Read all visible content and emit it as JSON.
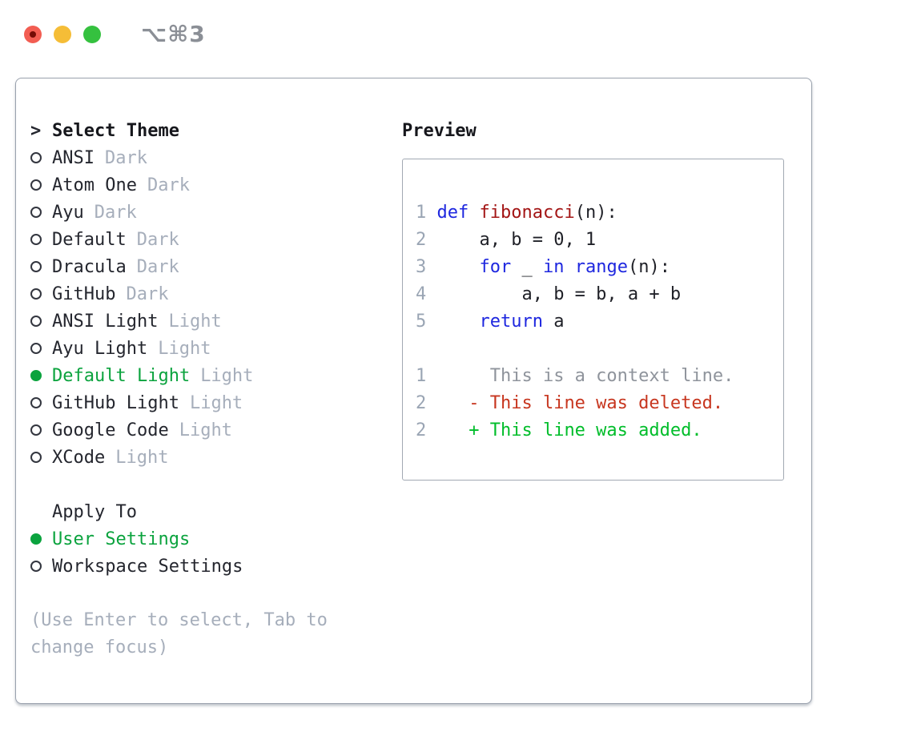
{
  "titlebar": {
    "shortcut": "⌥⌘3"
  },
  "colors": {
    "accent_green": "#0ba33e",
    "keyword_blue": "#1e27df",
    "function_red": "#a31515",
    "diff_red": "#c7361f",
    "diff_green": "#00bd2a",
    "muted_gray": "#a6aebb",
    "window_border": "#99a1ad"
  },
  "panel": {
    "focus_prefix": ">",
    "list_header": "Select Theme",
    "themes": [
      {
        "name": "ANSI",
        "tag": "Dark",
        "selected": false
      },
      {
        "name": "Atom One",
        "tag": "Dark",
        "selected": false
      },
      {
        "name": "Ayu",
        "tag": "Dark",
        "selected": false
      },
      {
        "name": "Default",
        "tag": "Dark",
        "selected": false
      },
      {
        "name": "Dracula",
        "tag": "Dark",
        "selected": false
      },
      {
        "name": "GitHub",
        "tag": "Dark",
        "selected": false
      },
      {
        "name": "ANSI Light",
        "tag": "Light",
        "selected": false
      },
      {
        "name": "Ayu Light",
        "tag": "Light",
        "selected": false
      },
      {
        "name": "Default Light",
        "tag": "Light",
        "selected": true
      },
      {
        "name": "GitHub Light",
        "tag": "Light",
        "selected": false
      },
      {
        "name": "Google Code",
        "tag": "Light",
        "selected": false
      },
      {
        "name": "XCode",
        "tag": "Light",
        "selected": false
      }
    ],
    "apply_header": "Apply To",
    "apply_options": [
      {
        "name": "User Settings",
        "selected": true
      },
      {
        "name": "Workspace Settings",
        "selected": false
      }
    ],
    "hint": "(Use Enter to select, Tab to change focus)"
  },
  "preview": {
    "header": "Preview",
    "lines": [
      {
        "num": "1",
        "tokens": [
          {
            "c": "kw",
            "t": "def "
          },
          {
            "c": "fn",
            "t": "fibonacci"
          },
          {
            "c": "pl",
            "t": "(n):"
          }
        ]
      },
      {
        "num": "2",
        "tokens": [
          {
            "c": "pl",
            "t": "    a, b = 0, 1"
          }
        ]
      },
      {
        "num": "3",
        "tokens": [
          {
            "c": "pl",
            "t": "    "
          },
          {
            "c": "kw",
            "t": "for"
          },
          {
            "c": "pl",
            "t": " _ "
          },
          {
            "c": "kw",
            "t": "in"
          },
          {
            "c": "pl",
            "t": " "
          },
          {
            "c": "kw",
            "t": "range"
          },
          {
            "c": "pl",
            "t": "(n):"
          }
        ]
      },
      {
        "num": "4",
        "tokens": [
          {
            "c": "pl",
            "t": "        a, b = b, a + b"
          }
        ]
      },
      {
        "num": "5",
        "tokens": [
          {
            "c": "pl",
            "t": "    "
          },
          {
            "c": "kw",
            "t": "return"
          },
          {
            "c": "pl",
            "t": " a"
          }
        ]
      },
      {
        "num": "",
        "tokens": []
      },
      {
        "num": "1",
        "tokens": [
          {
            "c": "ctx",
            "t": "     This is a context line."
          }
        ]
      },
      {
        "num": "2",
        "tokens": [
          {
            "c": "del",
            "t": "   - This line was deleted."
          }
        ]
      },
      {
        "num": "2",
        "tokens": [
          {
            "c": "add",
            "t": "   + This line was added."
          }
        ]
      }
    ]
  }
}
